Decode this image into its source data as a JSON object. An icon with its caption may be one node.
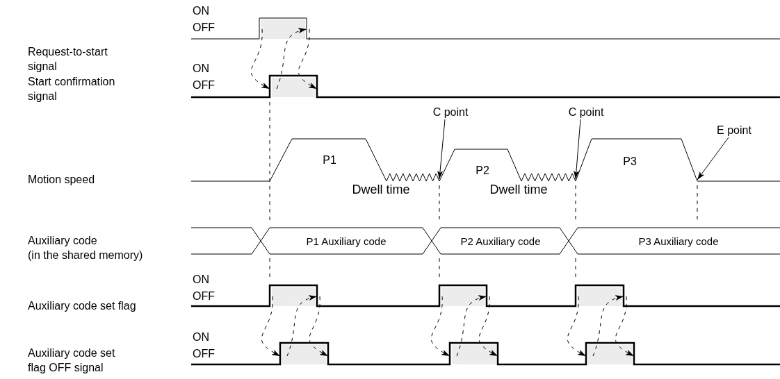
{
  "diagram": {
    "nodes": [
      {
        "text": [
          "C point"
        ]
      },
      {
        "text": [
          "C point"
        ]
      },
      {
        "text": [
          "E point"
        ]
      },
      {
        "text": [
          "P1 Auxiliary code"
        ]
      },
      {
        "text": [
          "P2 Auxiliary code"
        ]
      },
      {
        "text": [
          "P3 Auxiliary code"
        ]
      },
      {
        "text": [],
        "shape": "box"
      },
      {
        "text": [],
        "shape": "box"
      },
      {
        "text": [],
        "shape": "box"
      },
      {
        "text": [],
        "shape": "box"
      },
      {
        "text": [],
        "shape": "box"
      },
      {
        "text": [],
        "shape": "box"
      },
      {
        "text": [],
        "shape": "box"
      },
      {
        "text": [],
        "shape": "box"
      }
    ],
    "edges": [
      {
        "from": 0,
        "to": null,
        "arrow": "to"
      },
      {
        "from": 1,
        "to": null,
        "arrow": "to"
      },
      {
        "from": 2,
        "to": null,
        "arrow": "to"
      },
      {
        "from": 6,
        "to": 7,
        "arrow": "to",
        "style": "dashed"
      },
      {
        "from": 7,
        "to": 6,
        "arrow": "to",
        "style": "dashed"
      },
      {
        "from": 6,
        "to": 7,
        "arrow": "to",
        "style": "dashed"
      },
      {
        "from": 8,
        "to": 9,
        "arrow": "to",
        "style": "dashed"
      },
      {
        "from": 9,
        "to": 8,
        "arrow": "to",
        "style": "dashed"
      },
      {
        "from": 8,
        "to": 9,
        "arrow": "to",
        "style": "dashed"
      },
      {
        "from": 10,
        "to": 11,
        "arrow": "to",
        "style": "dashed"
      },
      {
        "from": 11,
        "to": 10,
        "arrow": "to",
        "style": "dashed"
      },
      {
        "from": 10,
        "to": 11,
        "arrow": "to",
        "style": "dashed"
      },
      {
        "from": 12,
        "to": 13,
        "arrow": "to",
        "style": "dashed"
      },
      {
        "from": 13,
        "to": 12,
        "arrow": "to",
        "style": "dashed"
      },
      {
        "from": 12,
        "to": 13,
        "arrow": "to",
        "style": "dashed"
      }
    ],
    "labels": [
      "ON",
      "OFF",
      "Request-to-start signal",
      "ON",
      "OFF",
      "Start confirmation signal",
      "P1",
      "P2",
      "P3",
      "Motion speed",
      "Dwell time",
      "Dwell time",
      "Auxiliary code (in the shared memory)",
      "ON",
      "OFF",
      "Auxiliary code set flag",
      "ON",
      "OFF",
      "Auxiliary code set flag OFF signal"
    ]
  }
}
